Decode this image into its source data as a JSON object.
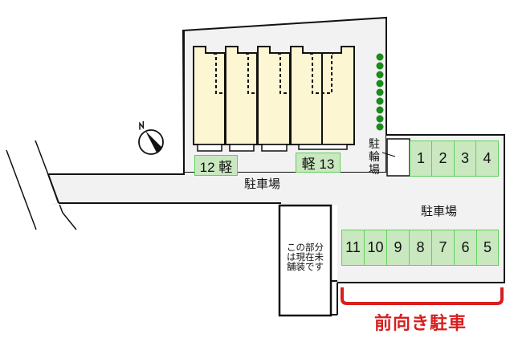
{
  "site_plan": {
    "compass": {
      "label": "N",
      "icon": "north-arrow-icon"
    },
    "parking_lot_main_label": "駐車場",
    "parking_lot_right_label": "駐車場",
    "bicycle_parking_label": "駐輪場",
    "unpaved_note": "この部分は現在未舗装です",
    "unpaved_note_lines": [
      "この部分",
      "は現在未",
      "舗装です"
    ],
    "front_facing_label": "前向き駐車",
    "building_units": 5,
    "colors": {
      "building_fill": "#fdf6d2",
      "site_fill": "#f2f2f2",
      "slot_fill": "#c9e8c0",
      "slot_border": "#5fd05a",
      "tree": "#1c8a1c",
      "accent_red": "#d81e1e"
    },
    "light_car_slots": [
      {
        "number": "12",
        "tag": "軽",
        "text": "12 軽"
      },
      {
        "number": "13",
        "tag": "軽",
        "text": "軽 13"
      }
    ],
    "slots_top_row": [
      "1",
      "2",
      "3",
      "4"
    ],
    "slots_bottom_row": [
      "11",
      "10",
      "9",
      "8",
      "7",
      "6",
      "5"
    ],
    "trees_count": 9
  }
}
